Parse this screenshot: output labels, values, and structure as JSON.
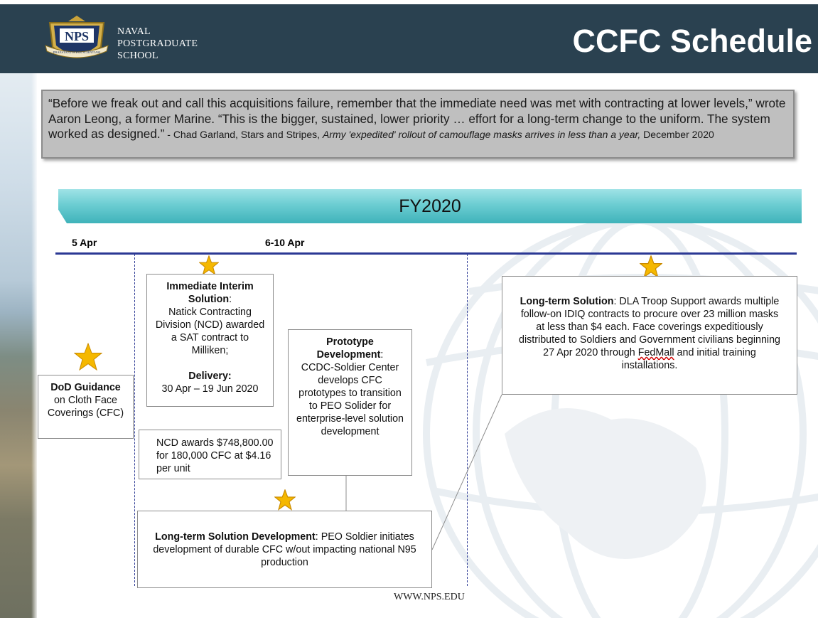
{
  "header": {
    "school_lines": [
      "NAVAL",
      "POSTGRADUATE",
      "SCHOOL"
    ],
    "logo_text": "NPS",
    "logo_motto": "PRAESTANTIA PER SCIENTIAM",
    "title": "CCFC Schedule",
    "background_color": "#2a4150"
  },
  "quote": {
    "text": "“Before we freak out and call this acquisitions failure, remember that the immediate need was met with contracting at lower levels,” wrote Aaron Leong, a former Marine. “This is the bigger, sustained, lower priority … effort for a long-term change to the uniform. The system worked as designed.”",
    "attribution": " - Chad Garland, Stars and Stripes, ",
    "publication": "Army 'expedited' rollout of camouflage masks arrives in less than a year,",
    "date": " December 2020"
  },
  "timeline": {
    "fiscal_year": "FY2020",
    "date_labels": [
      "5 Apr",
      "6-10 Apr"
    ],
    "line_color": "#2b3894",
    "banner_color": "#6ccdd2",
    "star_color": "#f5b800"
  },
  "boxes": {
    "dod": {
      "title": "DoD Guidance",
      "text": "on Cloth Face Coverings (CFC)"
    },
    "interim": {
      "title": "Immediate Interim Solution",
      "colon": ":",
      "text": "Natick Contracting Division (NCD) awarded a SAT contract to Milliken;",
      "delivery_label": "Delivery:",
      "delivery_dates": "30 Apr – 19 Jun 2020"
    },
    "ncd": {
      "text": "NCD awards $748,800.00 for 180,000 CFC at $4.16 per unit"
    },
    "prototype": {
      "title": "Prototype Development",
      "colon": ":",
      "text": "CCDC-Soldier Center develops CFC prototypes to transition to PEO Solider for enterprise-level solution development"
    },
    "ltdev": {
      "title": "Long-term Solution Development",
      "text": ": PEO Soldier initiates development of durable CFC w/out impacting national N95 production"
    },
    "lts": {
      "title": "Long-term Solution",
      "text_before_link": ": DLA Troop Support awards multiple follow-on IDIQ contracts to procure over 23 million masks at less than $4 each. Face coverings expeditiously distributed to Soldiers and Government civilians beginning 27 Apr 2020 through ",
      "link": "FedMall",
      "text_after_link": " and initial training installations."
    }
  },
  "footer": {
    "url": "WWW.NPS.EDU"
  }
}
